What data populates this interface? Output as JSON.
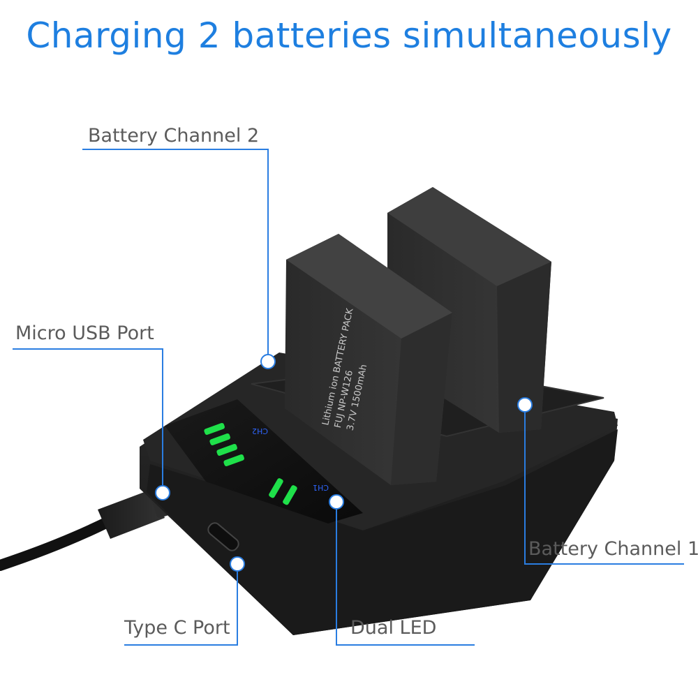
{
  "headline": "Charging 2 batteries simultaneously",
  "callouts": {
    "battery_channel_2": "Battery Channel 2",
    "micro_usb_port": "Micro USB Port",
    "battery_channel_1": "Battery Channel 1",
    "type_c_port": "Type C Port",
    "dual_led": "Dual LED"
  },
  "led_labels": {
    "ch2": "CH2",
    "ch1": "CH1"
  },
  "battery_front_text": [
    "Lithium ion BATTERY PACK",
    "FUJ NP-W126",
    "3.7V 1500mAh"
  ],
  "colors": {
    "headline": "#1e7fe0",
    "callout_line": "#2a7de1",
    "label_text": "#5b5b5b",
    "led_green": "#1fe04a",
    "led_label_blue": "#2f66ff"
  }
}
